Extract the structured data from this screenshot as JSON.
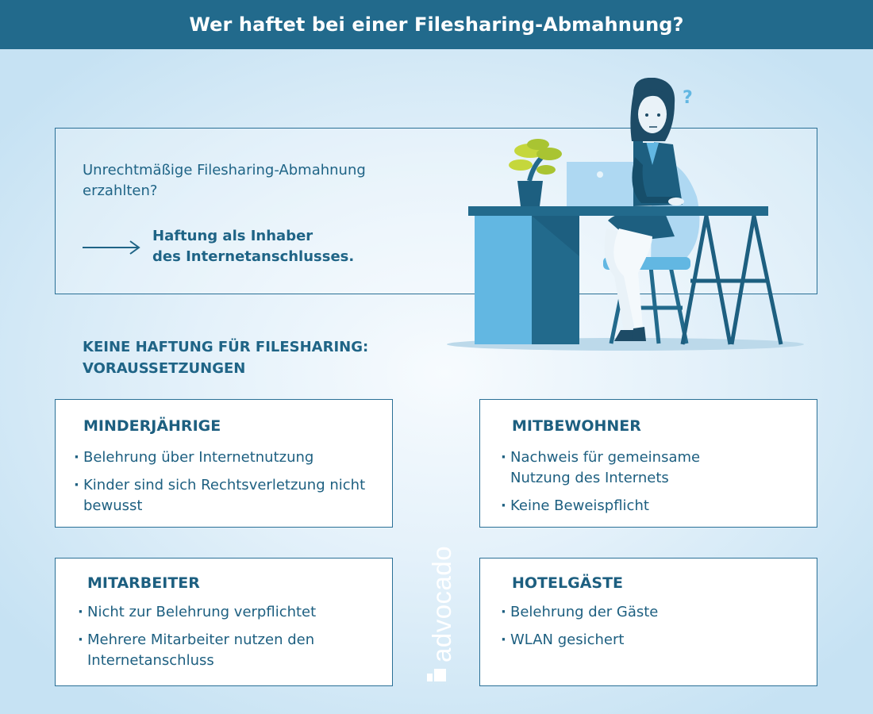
{
  "header": {
    "title": "Wer haftet bei einer Filesharing-Abmahnung?"
  },
  "intro": {
    "question": "Unrechtmäßige Filesharing-Abmahnung erzahlten?",
    "answer_line1": "Haftung als Inhaber",
    "answer_line2": "des Internetanschlusses."
  },
  "section": {
    "heading_line1": "KEINE HAFTUNG FÜR FILESHARING:",
    "heading_line2": "VORAUSSETZUNGEN"
  },
  "cards": [
    {
      "title": "MINDERJÄHRIGE",
      "items": [
        "Belehrung über Internetnutzung",
        "Kinder sind sich Rechtsverletzung nicht bewusst"
      ]
    },
    {
      "title": "MITBEWOHNER",
      "items": [
        "Nachweis für gemeinsame Nutzung des Internets",
        "Keine Beweispflicht"
      ]
    },
    {
      "title": "MITARBEITER",
      "items": [
        "Nicht zur Belehrung verpflichtet",
        "Mehrere Mitarbeiter nutzen den Internetanschluss"
      ]
    },
    {
      "title": "HOTELGÄSTE",
      "items": [
        "Belehrung der Gäste",
        "WLAN gesichert"
      ]
    }
  ],
  "illustration": {
    "question_mark": "?"
  },
  "logo": {
    "text": "advocado"
  },
  "colors": {
    "header": "#226a8c",
    "text": "#1d5f80",
    "border": "#2a7096",
    "light_blue": "#62b7e2"
  }
}
